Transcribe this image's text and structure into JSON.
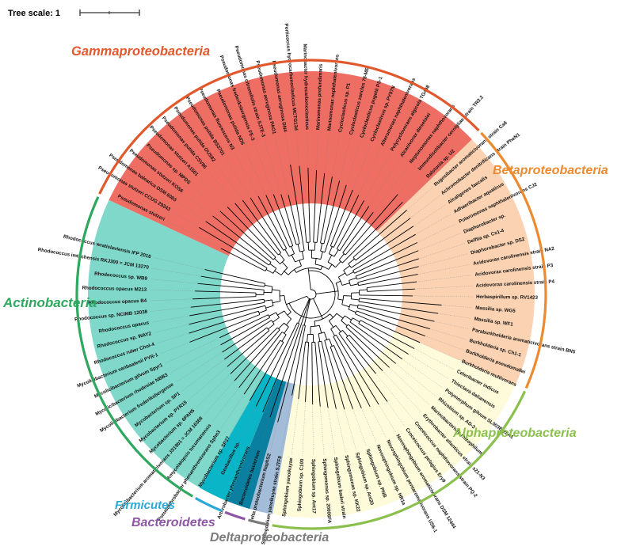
{
  "tree_scale": {
    "label": "Tree scale: 1"
  },
  "clades": [
    {
      "key": "gamma",
      "label": "Gammaproteobacteria",
      "color": "#e2582d",
      "fill": "#ef6e64",
      "start": 205,
      "end": 316
    },
    {
      "key": "beta",
      "label": "Betaproteobacteria",
      "color": "#ec8a2f",
      "fill": "#fbd3b3",
      "start": 316,
      "end": 384
    },
    {
      "key": "alpha",
      "label": "Alphaproteobacteria",
      "color": "#8cc04e",
      "fill": "#fdfbda",
      "start": 24,
      "end": 100
    },
    {
      "key": "delta",
      "label": "Deltaproteobacteria",
      "color": "#7b7b7b",
      "fill": "#a3bcd8",
      "start": 100,
      "end": 106
    },
    {
      "key": "bacter",
      "label": "Bacteroidetes",
      "color": "#8e57a6",
      "fill": "#0a7fa0",
      "start": 106,
      "end": 112
    },
    {
      "key": "firm",
      "label": "Firmicutes",
      "color": "#2aa9d6",
      "fill": "#0ab5c7",
      "start": 112,
      "end": 120
    },
    {
      "key": "actino",
      "label": "Actinobacteria",
      "color": "#2ea85f",
      "fill": "#7fd8c9",
      "start": 120,
      "end": 205
    }
  ],
  "leaves": [
    "Pseudomonas stutzeri",
    "Pseudomonas stutzeri CCUG 29243",
    "Pseudomonas balearica DSM 6083",
    "Pseudomonas stutzeri KOS6",
    "Pseudomonas sp. MPDS",
    "Pseudomonas stutzeri A1501",
    "Pseudomonas putida CSV86",
    "Pseudomonas putida OUS82",
    "Pseudomonas putida BS3701",
    "Pseudomonas fluorescens N3",
    "Pseudomonas putida ND6",
    "Pseudomonas frederiksbergensis FE-3",
    "Pseudomonas citronellolis strain SJTE-3",
    "Pseudomonas aeruginosa PAO1",
    "Pseudomonas aeruginosa DN4",
    "Porticoccus hydrocarbonoclasticus MCTG13d",
    "Marinobacter hydrocarbonoclasticus",
    "Marinomonas profundimaris",
    "Marinomonas naphthalenivorans",
    "Cycloclasticus sp. P1",
    "Cycloclasticus zancles 78-ME",
    "Cycloclasticus pugetii PS-1",
    "Cycloclasticus sp. PY97N",
    "Alteromonas naphthalenivorans",
    "Polycyclovorans algicola TG408",
    "Alcanivorax dieselolei",
    "Neptunomonas naphthovorans",
    "Immundisolibacter cernigliae strain TR3.2",
    "Ralstonia sp. U2",
    "Rugosibacter aromaticivorans strain Ca6",
    "Achromobacter denitrificans strain PheN1",
    "Alcaligenes faecalis",
    "Adhaeribacter aquaticus",
    "Polaromonas naphthalenivorans CJ2",
    "Diaphorobacter sp.",
    "Delftia sp. Cs1-4",
    "Diaphorobacter sp. DS2",
    "Acidovorax carolinensis strain NA2",
    "Acidovorax carolinensis strain P3",
    "Acidovorax carolinensis strain P4",
    "Herbaspirillum sp. RV1423",
    "Massilia sp. WG5",
    "Massilia sp. WF1",
    "Paraburkholderia aromaticivorans strain BN5",
    "Burkholderia sp. Ch1-1",
    "Burkholderia pseudomallei",
    "Burkholderia multivorans",
    "Celeribacter indicus",
    "Thioclava dalianensis",
    "Polymorphum gilvum SL003B-26A1",
    "Rhizobium sp. AD-3",
    "Marinobacterium rhizophilum",
    "Erythrobacter atlanticus strain s21-N3",
    "Croceicoccus naphthovorans strain PQ-2",
    "Croceicoccus pelagius Ery9",
    "Novosphingobium aromaticivorans DSM 12444",
    "Novosphingobium pentaromativorans US6-1",
    "Novosphingobium sp. HR1a",
    "Sphingobium sp. PNB",
    "Sphingobium sp. Ant20",
    "Sphingomonas sp. KK22",
    "Sphingobium baderi strain",
    "Sphingomonas sp. 20006FA",
    "Sphingobium sp. Ant17",
    "Sphingobium sp. C100",
    "Sphingobium yanoikuyae",
    "Sphingobium yanoikuyae strain SJTF8",
    "delta proteobacterium NaphS2",
    "Bacteroidetes bacterium",
    "Arthrobacter phenanthrenivorans",
    "Geobacillus sp.",
    "Mycobacterium sp. SP27",
    "Pseudarthrobacter phenanthrenivorans Sphe3",
    "Amycolatopsis tucumanensis",
    "Mycolicibacterium aromaticivorans JS19b1 = JCM 16368",
    "Mycobacterium sp. 6PAH5",
    "Mycobacterium sp. PYR15",
    "Mycobacterium sp. SP1",
    "Mycolicibacterium frederiksbergense",
    "Mycolicibacterium rhodesiae NBB3",
    "Mycolicibacterium gilvum Spyr1",
    "Mycolicibacterium vanbaalenii PYR-1",
    "Rhodococcus ruber Chol-4",
    "Rhodococcus sp. WAY2",
    "Rhodococcus opacus",
    "Rhodococcus sp. NCIMB 12038",
    "Rhodococcus opacus B4",
    "Rhodococcus opacus M213",
    "Rhodococcus sp. WB9",
    "Rhodococcus imtechensis RKJ300 = JCM 13270",
    "Rhodococcus wratislaviensis IFP 2016"
  ]
}
